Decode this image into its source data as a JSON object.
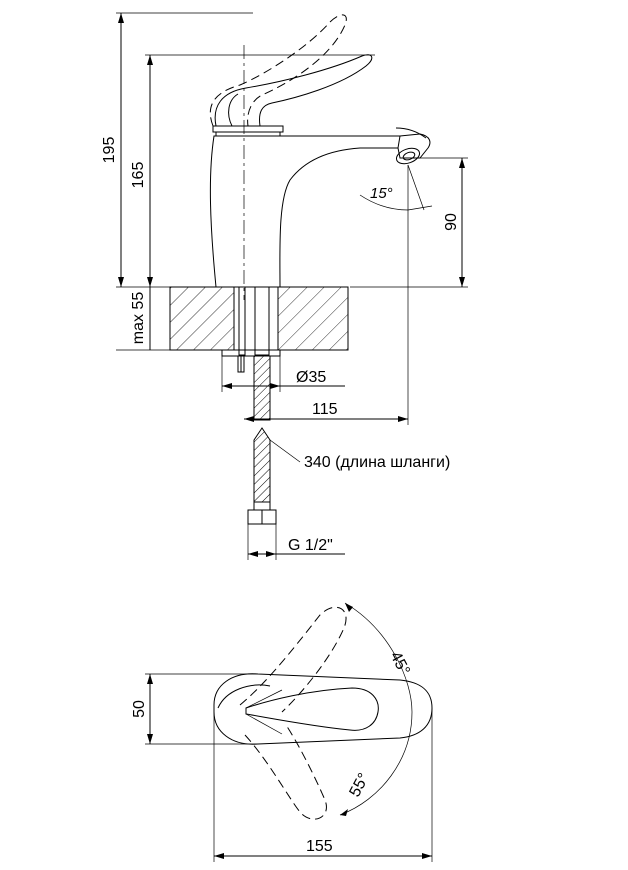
{
  "dimensions": {
    "height_total": "195",
    "height_body": "165",
    "max_thickness": "max 55",
    "spout_height": "90",
    "spout_angle": "15°",
    "diameter": "Ø35",
    "spout_reach": "115",
    "hose_length": "340 (длина шланги)",
    "thread": "G 1/2\"",
    "handle_width": "50",
    "rotate_left": "45°",
    "rotate_right": "55°",
    "total_length": "155"
  }
}
